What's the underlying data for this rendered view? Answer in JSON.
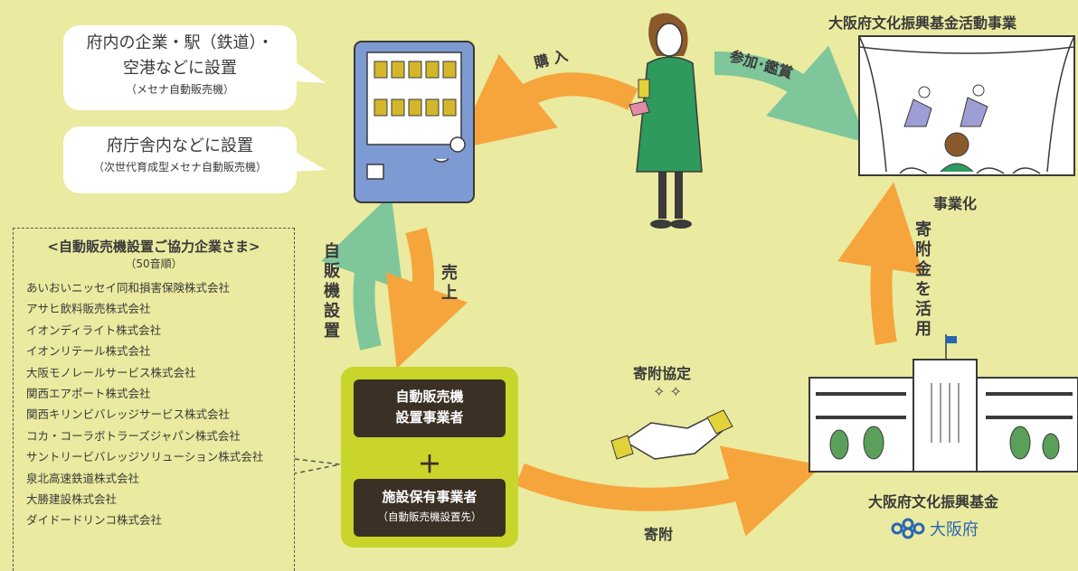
{
  "bubbles": {
    "top_main_line1": "府内の企業・駅（鉄道）・",
    "top_main_line2": "空港などに設置",
    "top_sub": "（メセナ自動販売機）",
    "bottom_main": "府庁舎内などに設置",
    "bottom_sub": "（次世代育成型メセナ自動販売機）"
  },
  "sponsors": {
    "title": "<自動販売機設置ご協力企業さま>",
    "subtitle": "（50音順）",
    "items": [
      "あいおいニッセイ同和損害保険株式会社",
      "アサヒ飲料販売株式会社",
      "イオンディライト株式会社",
      "イオンリテール株式会社",
      "大阪モノレールサービス株式会社",
      "関西エアポート株式会社",
      "関西キリンビバレッジサービス株式会社",
      "コカ・コーラボトラーズジャパン株式会社",
      "サントリービバレッジソリューション株式会社",
      "泉北高速鉄道株式会社",
      "大勝建設株式会社",
      "ダイドードリンコ株式会社"
    ]
  },
  "flow": {
    "purchase": "購 入",
    "participate": "参加･鑑賞",
    "install_vertical": "自販機設置",
    "sales_vertical": "売上",
    "fund_use_vertical": "寄附金を活用",
    "donation_agreement": "寄附協定",
    "donation": "寄附"
  },
  "center": {
    "operator_line1": "自動販売機",
    "operator_line2": "設置事業者",
    "plus": "＋",
    "facility_line1": "施設保有事業者",
    "facility_line2": "（自動販売機設置先）"
  },
  "right": {
    "project_title": "大阪府文化振興基金活動事業",
    "project_caption": "事業化",
    "fund_title": "大阪府文化振興基金",
    "osaka_logo_text": "大阪府"
  },
  "colors": {
    "background": "#eaeaa0",
    "orange_arrow": "#f5a53c",
    "green_arrow": "#7fc69b",
    "vending_machine": "#7d9bd2",
    "center_box": "#c9d52a",
    "dark_box": "#3b3025",
    "osaka_blue": "#2a64b4"
  }
}
